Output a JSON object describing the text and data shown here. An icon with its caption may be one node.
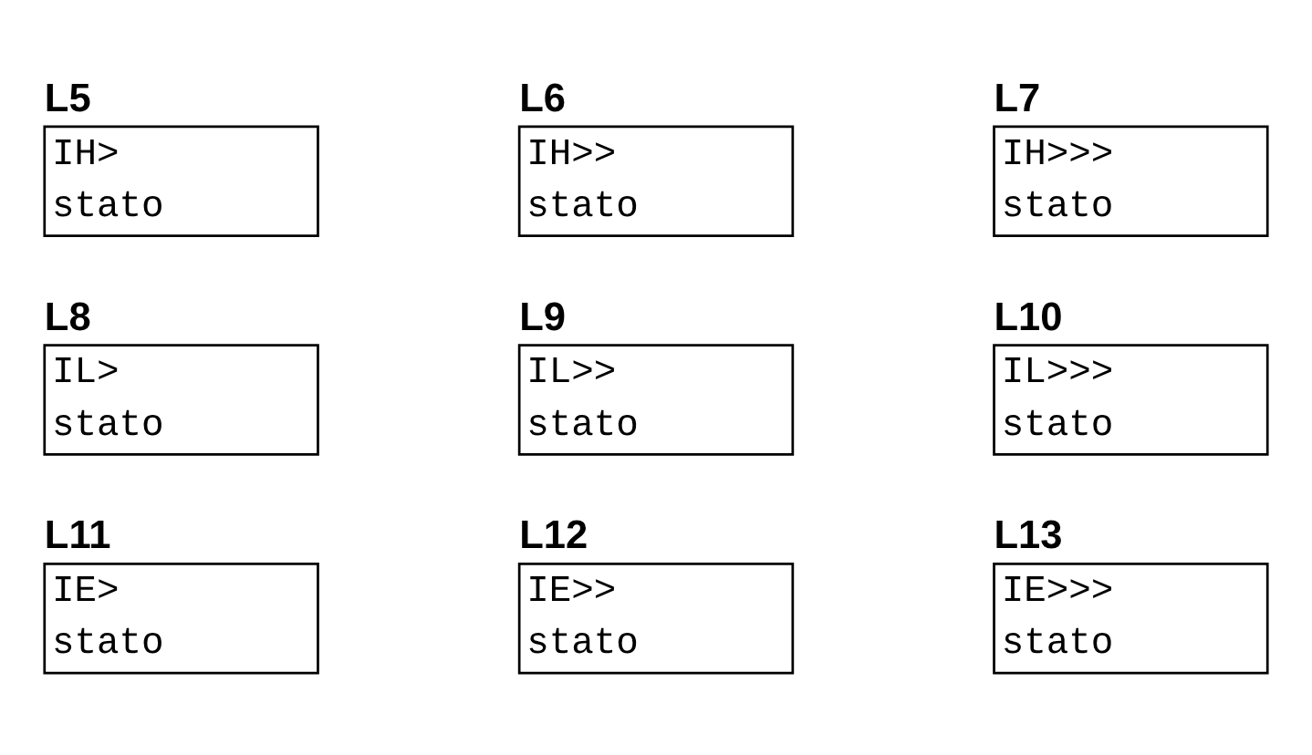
{
  "diagram": {
    "nodes": [
      {
        "text": [
          "L5",
          "IH>",
          "stato"
        ]
      },
      {
        "text": [
          "L6",
          "IH>>",
          "stato"
        ]
      },
      {
        "text": [
          "L7",
          "IH>>>",
          "stato"
        ]
      },
      {
        "text": [
          "L8",
          "IL>",
          "stato"
        ]
      },
      {
        "text": [
          "L9",
          "IL>>",
          "stato"
        ]
      },
      {
        "text": [
          "L10",
          "IL>>>",
          "stato"
        ]
      },
      {
        "text": [
          "L11",
          "IE>",
          "stato"
        ]
      },
      {
        "text": [
          "L12",
          "IE>>",
          "stato"
        ]
      },
      {
        "text": [
          "L13",
          "IE>>>",
          "stato"
        ]
      }
    ]
  }
}
